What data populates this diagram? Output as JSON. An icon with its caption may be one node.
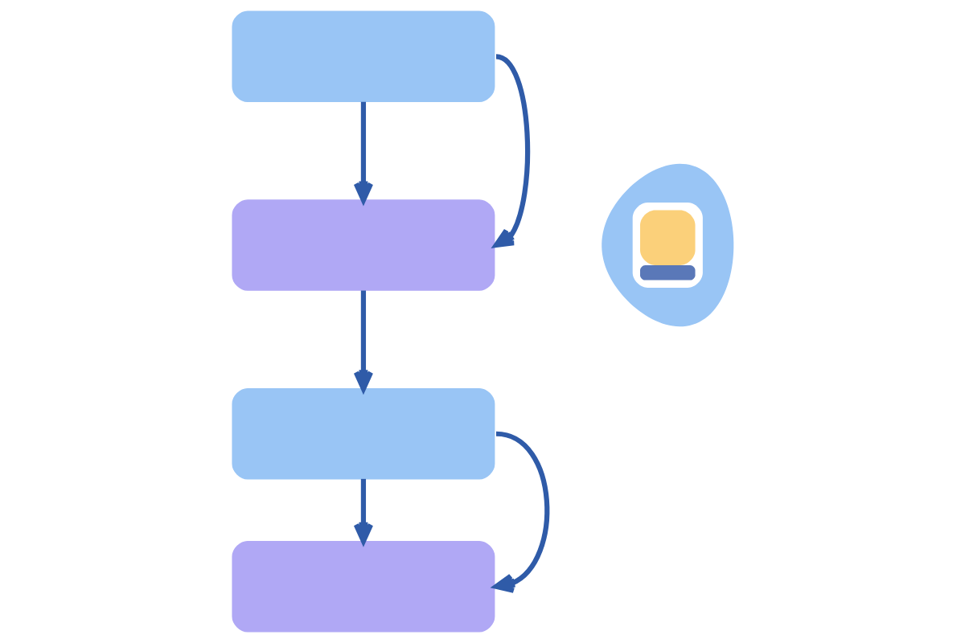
{
  "diagram": {
    "nodes": [
      {
        "text": [],
        "shape": "box"
      },
      {
        "text": [],
        "shape": "box"
      },
      {
        "text": [],
        "shape": "box"
      },
      {
        "text": [],
        "shape": "box"
      },
      {
        "text": [],
        "shape": "picture"
      }
    ],
    "edges": [
      {
        "from": 0,
        "to": 1,
        "arrow": "to"
      },
      {
        "from": 0,
        "to": 1,
        "arrow": "to"
      },
      {
        "from": 1,
        "to": 2,
        "arrow": "to"
      },
      {
        "from": 2,
        "to": 3,
        "arrow": "to"
      },
      {
        "from": 2,
        "to": 3,
        "arrow": "to"
      }
    ]
  }
}
